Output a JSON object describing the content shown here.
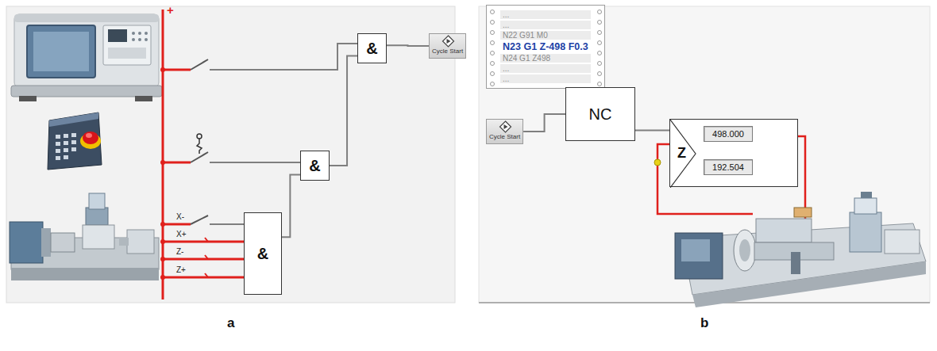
{
  "diagram": {
    "nodes": [
      {
        "text": [
          "&"
        ]
      },
      {
        "text": [
          "Cycle Start"
        ]
      },
      {
        "text": [
          "&"
        ]
      },
      {
        "text": [
          "&"
        ]
      },
      {
        "text": [
          "...",
          "...",
          "N22 G91 M0",
          "N23 G1 Z-498 F0.3",
          "N24 G1 Z498",
          "...",
          "..."
        ]
      },
      {
        "text": [
          "Cycle Start"
        ]
      },
      {
        "text": [
          "NC"
        ]
      },
      {
        "text": [
          "Z"
        ]
      },
      {
        "text": [
          "498.000"
        ],
        "in": 7
      },
      {
        "text": [
          "192.504"
        ],
        "in": 7
      }
    ],
    "edges": [
      {
        "from": 3,
        "to": 2,
        "arrow": "none"
      },
      {
        "from": 2,
        "to": 0,
        "arrow": "none"
      },
      {
        "from": 0,
        "to": 1,
        "arrow": "none"
      },
      {
        "from": 5,
        "to": 6,
        "arrow": "none"
      },
      {
        "from": 6,
        "to": 7,
        "arrow": "none"
      }
    ],
    "labels": [
      "+",
      "X-",
      "X+",
      "Z-",
      "Z+",
      "a",
      "b"
    ]
  }
}
